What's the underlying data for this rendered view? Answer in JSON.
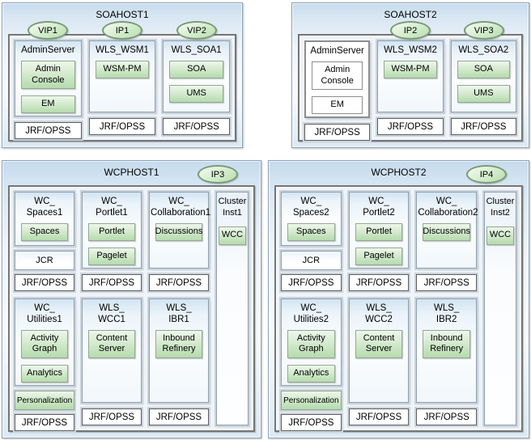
{
  "labels": {
    "jrf": "JRF/OPSS"
  },
  "colors": {
    "host_blue_top": "#c5dbed",
    "component_green": "#b5dbad",
    "oval_green": "#c6e4bd",
    "oval_border": "#7b9a76",
    "frame_gray": "#757575"
  },
  "soahost1": {
    "title": "SOAHOST1",
    "ovals": [
      "VIP1",
      "IP1",
      "VIP2"
    ],
    "cols": [
      {
        "title": "AdminServer",
        "comps": [
          "Admin\nConsole",
          "EM"
        ]
      },
      {
        "title": "WLS_WSM1",
        "comps": [
          "WSM-PM"
        ]
      },
      {
        "title": "WLS_SOA1",
        "comps": [
          "SOA",
          "UMS"
        ]
      }
    ]
  },
  "soahost2": {
    "title": "SOAHOST2",
    "ovals": [
      "IP2",
      "VIP3"
    ],
    "cols": [
      {
        "title": "AdminServer",
        "comps": [
          "Admin\nConsole",
          "EM"
        ]
      },
      {
        "title": "WLS_WSM2",
        "comps": [
          "WSM-PM"
        ]
      },
      {
        "title": "WLS_SOA2",
        "comps": [
          "SOA",
          "UMS"
        ]
      }
    ]
  },
  "wcphost1": {
    "title": "WCPHOST1",
    "oval": "IP3",
    "cluster": {
      "title": "Cluster\nInst1",
      "comp": "WCC"
    },
    "row1": [
      {
        "title": "WC_\nSpaces1",
        "comps": [
          "Spaces"
        ],
        "sub": "JCR"
      },
      {
        "title": "WC_\nPortlet1",
        "comps": [
          "Portlet",
          "Pagelet"
        ]
      },
      {
        "title": "WC_\nCollaboration1",
        "comps": [
          "Discussions"
        ]
      }
    ],
    "row2": [
      {
        "title": "WC_\nUtilities1",
        "comps": [
          "Activity\nGraph",
          "Analytics"
        ],
        "sub": "Personalization"
      },
      {
        "title": "WLS_\nWCC1",
        "comps": [
          "Content\nServer"
        ]
      },
      {
        "title": "WLS_\nIBR1",
        "comps": [
          "Inbound\nRefinery"
        ]
      }
    ]
  },
  "wcphost2": {
    "title": "WCPHOST2",
    "oval": "IP4",
    "cluster": {
      "title": "Cluster\nInst2",
      "comp": "WCC"
    },
    "row1": [
      {
        "title": "WC_\nSpaces2",
        "comps": [
          "Spaces"
        ],
        "sub": "JCR"
      },
      {
        "title": "WC_\nPortlet2",
        "comps": [
          "Portlet",
          "Pagelet"
        ]
      },
      {
        "title": "WC_\nCollaboration2",
        "comps": [
          "Discussions"
        ]
      }
    ],
    "row2": [
      {
        "title": "WC_\nUtilities2",
        "comps": [
          "Activity\nGraph",
          "Analytics"
        ],
        "sub": "Personalization"
      },
      {
        "title": "WLS_\nWCC2",
        "comps": [
          "Content\nServer"
        ]
      },
      {
        "title": "WLS_\nIBR2",
        "comps": [
          "Inbound\nRefinery"
        ]
      }
    ]
  }
}
